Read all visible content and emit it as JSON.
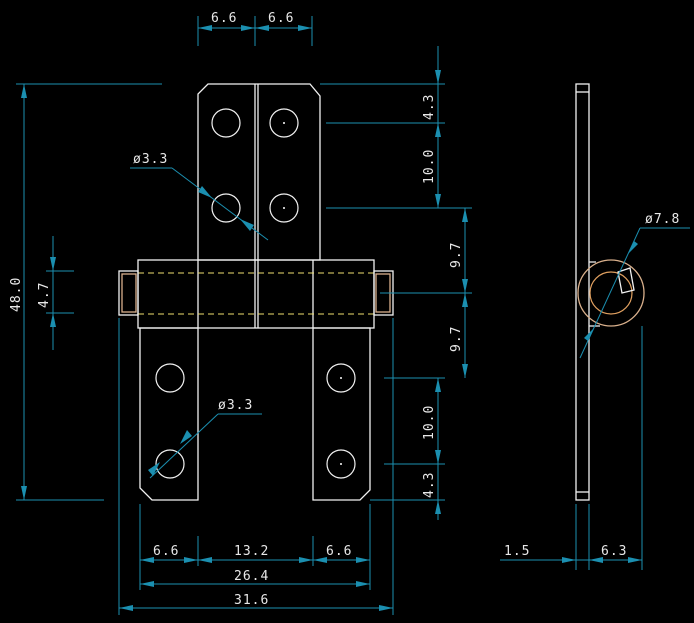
{
  "title": "",
  "dimensions": {
    "top_left_width": "6.6",
    "top_right_width": "6.6",
    "right_top_margin": "4.3",
    "right_top_spacing": "10.0",
    "right_upper_half": "9.7",
    "right_lower_half": "9.7",
    "right_bottom_spacing": "10.0",
    "right_bottom_margin": "4.3",
    "overall_height": "48.0",
    "knuckle_height": "4.7",
    "hole_diameter_top": "ø3.3",
    "hole_diameter_bottom": "ø3.3",
    "bottom_left_width": "6.6",
    "bottom_gap": "13.2",
    "bottom_right_width": "6.6",
    "bottom_inner_width": "26.4",
    "bottom_overall_width": "31.6",
    "side_thickness": "1.5",
    "side_depth": "6.3",
    "knuckle_diameter": "ø7.8"
  },
  "colors": {
    "background": "#000000",
    "part_lines": "#f2f2f2",
    "dimension_lines": "#1b8fb0",
    "hidden_lines": "#f0e070",
    "text": "#e8e8e8",
    "knuckle_ring": "#d9b08c"
  }
}
